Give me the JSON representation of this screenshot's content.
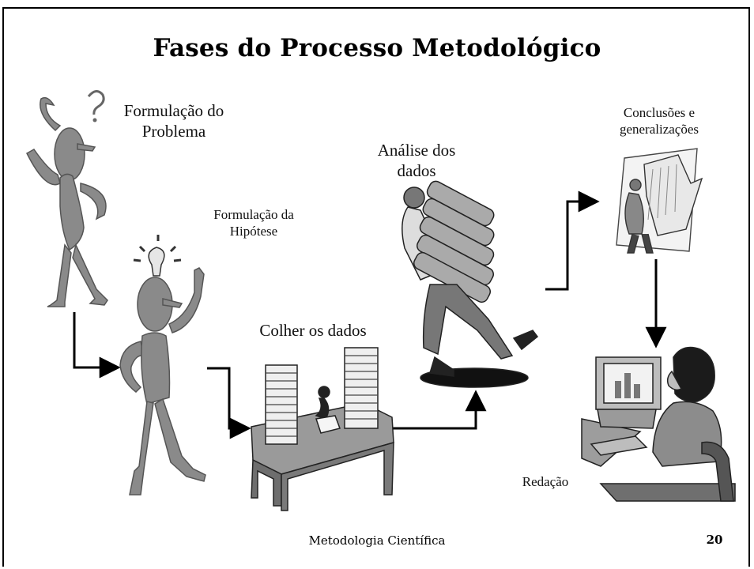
{
  "slide": {
    "title": "Fases do Processo Metodológico",
    "footer": "Metodologia Científica",
    "page_number": "20"
  },
  "phases": {
    "problem": [
      "Formulação do",
      "Problema"
    ],
    "hypothesis": [
      "Formulação da",
      "Hipótese"
    ],
    "collect": "Colher os dados",
    "analysis": [
      "Análise dos",
      "dados"
    ],
    "conclusions": [
      "Conclusões e",
      "generalizações"
    ],
    "writing": "Redação"
  },
  "illustrations": {
    "thinker": "thinking-person-icon",
    "idea": "idea-person-icon",
    "desk": "desk-papers-icon",
    "carrier": "man-carrying-books-icon",
    "reader": "person-reading-newspaper-icon",
    "computer": "woman-at-computer-icon"
  },
  "colors": {
    "figure_gray": "#8a8a8a",
    "dark": "#2a2a2a",
    "light": "#d9d9d9"
  }
}
